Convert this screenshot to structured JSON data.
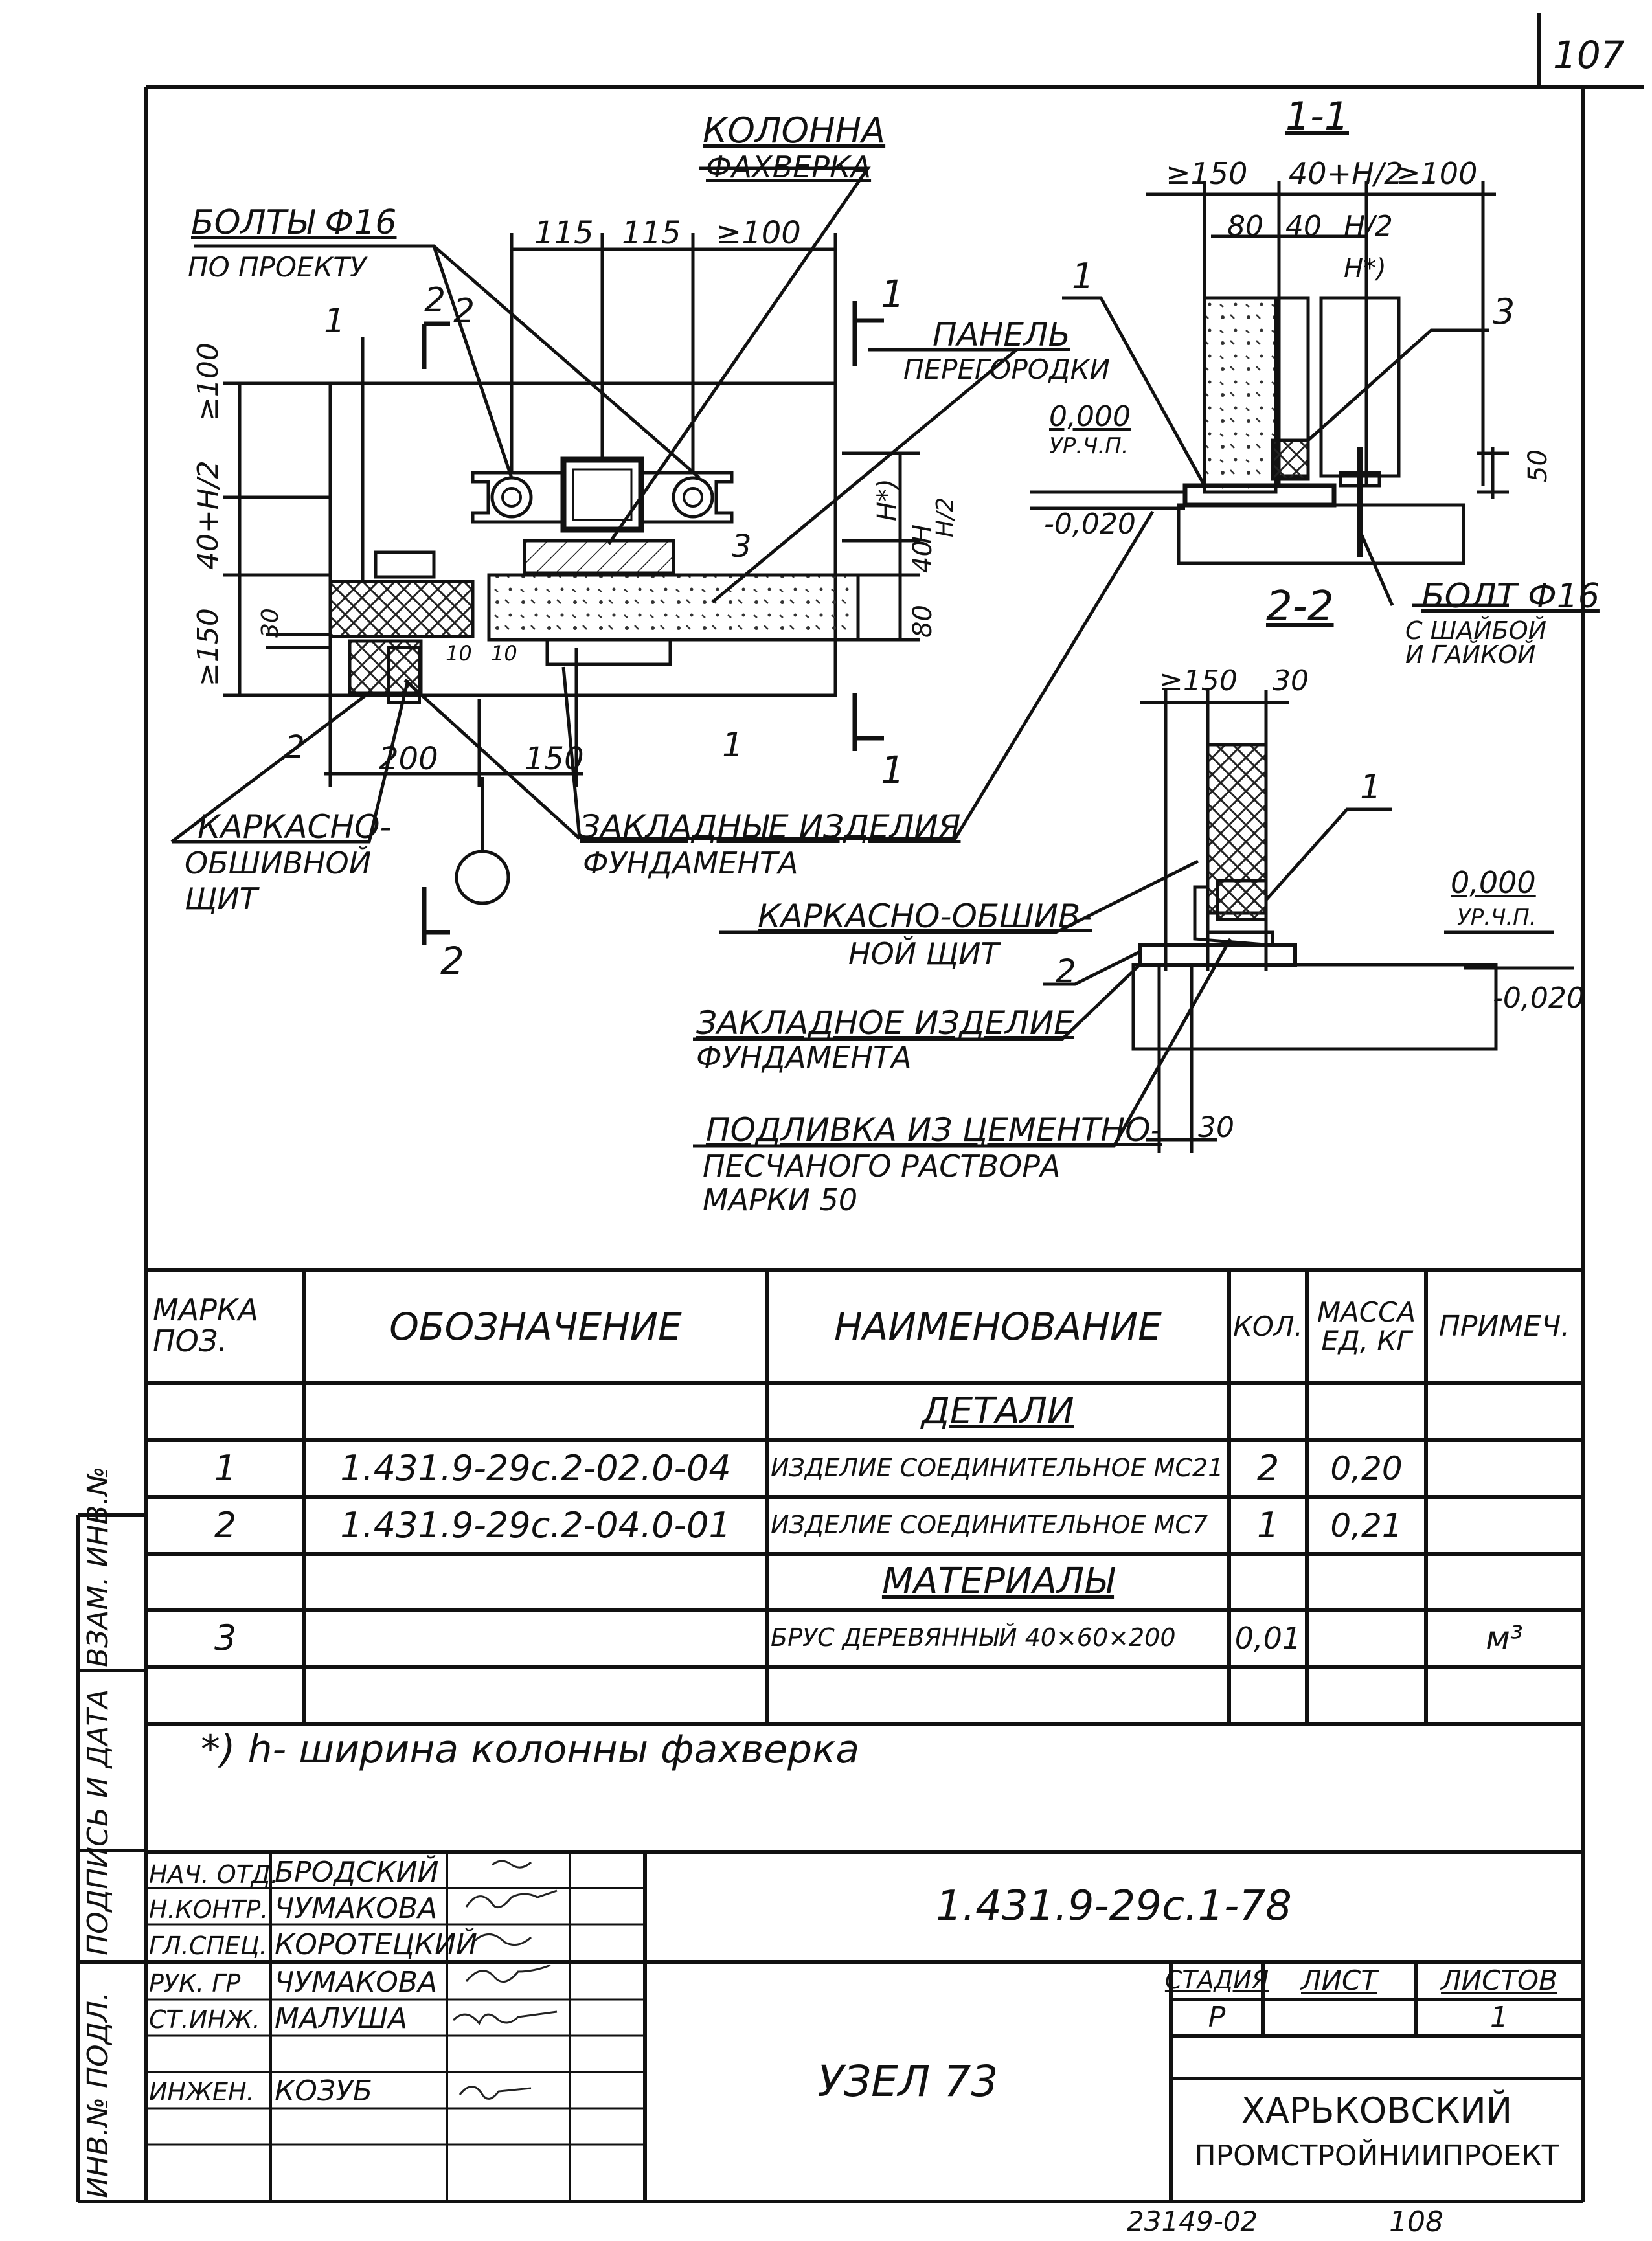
{
  "page_number": "107",
  "drawing": {
    "labels": {
      "column": "Колонна",
      "column2": "фахверка",
      "bolts": "Болты Ф16",
      "bolts2": "по проекту",
      "panel": "Панель",
      "panel2": "перегородки",
      "frame_panel": "Каркасно-",
      "frame_panel2": "обшивной",
      "frame_panel3": "щит",
      "embedded": "Закладные изделия",
      "embedded2": "фундамента",
      "section_1_1": "1-1",
      "section_2_2": "2-2",
      "bolt_washer": "Болт Ф16",
      "bolt_washer2": "с шайбой",
      "bolt_washer3": "и гайкой",
      "level_zero": "0,000",
      "level_floor": "УР.Ч.П.",
      "level_minus": "-0,020",
      "frame_panel_b": "Каркасно-обшив-",
      "frame_panel_b2": "ной щит",
      "embedded_b": "Закладное изделие",
      "embedded_b2": "фундамента",
      "grout": "Подливка из цементно-",
      "grout2": "песчаного раствора",
      "grout3": "марки 50"
    },
    "dims": {
      "d115a": "115",
      "d115b": "115",
      "d100": "≥100",
      "d150": "≥150",
      "d200": "200",
      "d150b": "150",
      "d40h2": "40+h/2",
      "d100v": "≥100",
      "d30": "30",
      "d10a": "10",
      "d10b": "10",
      "d80": "80",
      "d40": "40",
      "dh2": "h/2",
      "dh": "h",
      "dhstar": "h*)",
      "s11_150": "≥150",
      "s11_40h2": "40+h/2",
      "s11_100": "≥100",
      "s11_80": "80",
      "s11_40": "40",
      "s11_h2": "h/2",
      "s11_hstar": "h*)",
      "s11_50": "50",
      "s22_150": "≥150",
      "s22_30": "30",
      "s22_30b": "30"
    },
    "marks": {
      "m1": "1",
      "m2": "2",
      "m3": "3"
    }
  },
  "table": {
    "headers": {
      "mark": "Марка поз.",
      "designation": "Обозначение",
      "name": "Наименование",
      "qty": "Кол.",
      "mass": "Масса ед, кг",
      "note": "Примеч."
    },
    "section_details": "Детали",
    "section_materials": "Материалы",
    "rows": [
      {
        "mark": "1",
        "designation": "1.431.9-29с.2-02.0-04",
        "name": "Изделие соединительное МС21",
        "qty": "2",
        "mass": "0,20",
        "note": ""
      },
      {
        "mark": "2",
        "designation": "1.431.9-29с.2-04.0-01",
        "name": "Изделие соединительное МС7",
        "qty": "1",
        "mass": "0,21",
        "note": ""
      },
      {
        "mark": "3",
        "designation": "",
        "name": "Брус деревянный 40×60×200",
        "qty": "0,01",
        "mass": "",
        "note": "м³"
      }
    ]
  },
  "footnote": "*) h- ширина колонны фахверка",
  "side_stamp": {
    "a": "Инв.№ подл.",
    "b": "Подпись и дата",
    "c": "Взам. инв.№"
  },
  "title_block": {
    "doc_code": "1.431.9-29с.1-78",
    "title": "Узел 73",
    "stage_label": "Стадия",
    "sheet_label": "Лист",
    "sheets_label": "Листов",
    "stage": "Р",
    "sheet": "",
    "sheets": "1",
    "org1": "Харьковский",
    "org2": "Промстройниипроект",
    "people": [
      {
        "role": "Нач. отд.",
        "name": "Бродский"
      },
      {
        "role": "Н.контр.",
        "name": "Чумакова"
      },
      {
        "role": "Гл.спец.",
        "name": "Коротецкий"
      },
      {
        "role": "Рук. гр",
        "name": "Чумакова"
      },
      {
        "role": "Ст.инж.",
        "name": "Малуша"
      },
      {
        "role": "Инжен.",
        "name": "Козуб"
      }
    ]
  },
  "bottom_code": "23149-02",
  "bottom_page": "108"
}
